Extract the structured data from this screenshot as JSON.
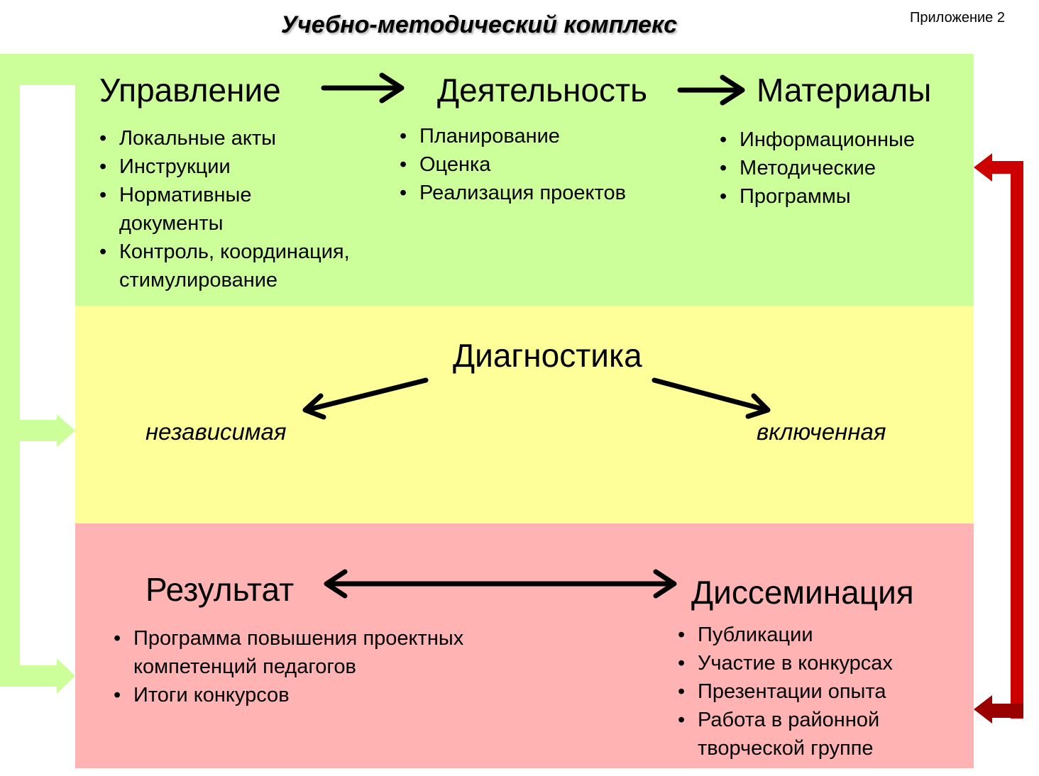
{
  "title": "Учебно-методический комплекс",
  "appendix_label": "Приложение 2",
  "top_section": {
    "management": {
      "heading": "Управление",
      "items": [
        "Локальные акты",
        "Инструкции",
        "Нормативные",
        "документы",
        "Контроль, координация,",
        "стимулирование"
      ]
    },
    "activity": {
      "heading": "Деятельность",
      "items": [
        "Планирование",
        "Оценка",
        "Реализация проектов"
      ]
    },
    "materials": {
      "heading": "Материалы",
      "items": [
        "Информационные",
        "Методические",
        "Программы"
      ]
    }
  },
  "middle_section": {
    "heading": "Диагностика",
    "left_label": "независимая",
    "right_label": "включенная"
  },
  "bottom_section": {
    "result": {
      "heading": "Результат",
      "items": [
        "Программа повышения проектных",
        "компетенций педагогов",
        "Итоги конкурсов"
      ]
    },
    "dissemination": {
      "heading": "Диссеминация",
      "items": [
        "Публикации",
        "Участие в конкурсах",
        "Презентации опыта",
        "Работа  в районной",
        "творческой группе"
      ]
    }
  },
  "colors": {
    "green_band": "#ccff99",
    "yellow_band": "#ffff99",
    "pink_band": "#ffb3b3",
    "feedback_arrow": "#cc0000"
  }
}
